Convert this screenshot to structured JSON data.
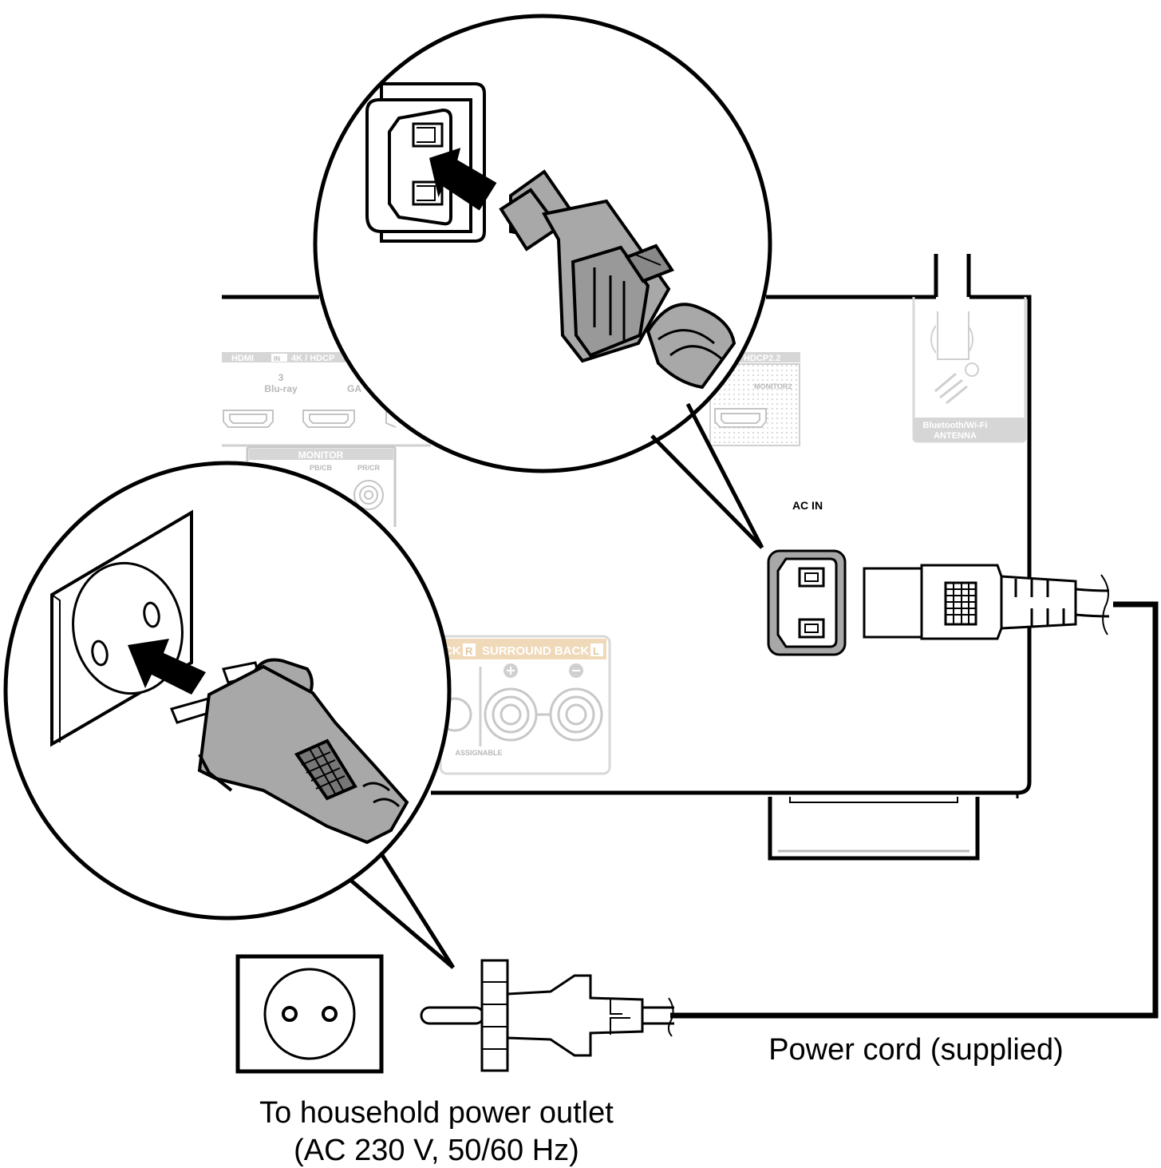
{
  "receiver_panel": {
    "hdmi_header": "HDMI",
    "hdmi_in_badge": "IN",
    "hdmi_spec": "4K / HDCP",
    "hdmi_input_number": "3",
    "hdmi_input_name": "Blu-ray",
    "hdmi_input_next": "GA",
    "hdcp_right": "HDCP2.2",
    "monitor2": "MONITOR2",
    "monitor_header": "MONITOR",
    "pb_cb": "PB/CB",
    "pr_cr": "PR/CR",
    "surround_back_left_frag": "CK",
    "surround_r_badge": "R",
    "surround_back": "SURROUND BACK",
    "surround_l_badge": "L",
    "assignable": "ASSIGNABLE",
    "antenna_line1": "Bluetooth/Wi-Fi",
    "antenna_line2": "ANTENNA",
    "ac_in": "AC IN"
  },
  "labels": {
    "power_cord": "Power cord (supplied)",
    "outlet_line1": "To household power outlet",
    "outlet_line2": "(AC 230 V, 50/60 Hz)"
  },
  "colors": {
    "line": "#000000",
    "faint": "#b8b8b8",
    "plug_gray": "#a8a8a8",
    "badge_fill": "#f0d9b8"
  }
}
